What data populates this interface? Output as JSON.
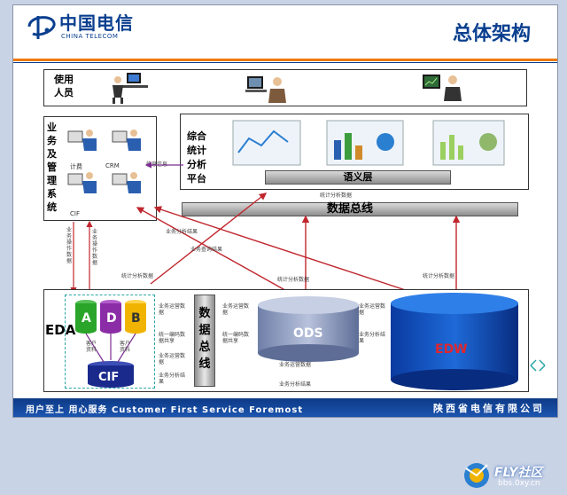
{
  "header": {
    "logo_cn": "中国电信",
    "logo_en": "CHINA TELECOM",
    "title": "总体架构"
  },
  "users": {
    "label": "使用人员"
  },
  "biz": {
    "label": "业务及管理系统",
    "items": [
      "计费",
      "CRM",
      "CIF",
      ""
    ],
    "side_note": "信息信息"
  },
  "analysis": {
    "label": "综合统计分析平台",
    "semantic_layer": "语义层"
  },
  "data_bus_h": "数据总线",
  "data_bus_v": "数据总线",
  "eda_label": "EDA",
  "sources": {
    "a": "A",
    "d": "D",
    "b": "B",
    "note_left": "客户资料",
    "note_right": "客户资料",
    "cif": "CIF"
  },
  "ods": "ODS",
  "edw": "EDW",
  "tags": {
    "business_ops_data": "业务操作数据",
    "business_ops_data_2": "业务操作数据",
    "analysis_results": "业务分析结果",
    "query_results": "业务查询结果",
    "stat_data_left": "统计分析数据",
    "stat_data_mid": "统计分析数据",
    "stat_data_right": "统计分析数据",
    "stat_data_top": "统计分析数据",
    "ops_data_1": "业务运营数据",
    "ops_data_2": "业务运营数据",
    "ops_data_3": "业务运营数据",
    "ops_data_4": "业务运营数据",
    "unified_1": "统一编码数据共享",
    "unified_2": "统一编码数据共享",
    "analysis_res_1": "业务分析结果",
    "analysis_res_2": "业务分析结果",
    "bottom_ops": "业务运营数据",
    "bottom_analysis": "业务分析结果"
  },
  "footer": {
    "left": "用户至上  用心服务  Customer First Service Foremost",
    "right": "陕西省电信有限公司"
  },
  "watermark": {
    "brand": "FLY社区",
    "url": "bbs.0xy.cn"
  },
  "colors": {
    "orange": "#f07a00",
    "navy": "#0a3f8f",
    "green": "#2aa52a",
    "purple": "#8b2da6",
    "amber": "#f0b400",
    "arrow_red": "#c0262d"
  }
}
